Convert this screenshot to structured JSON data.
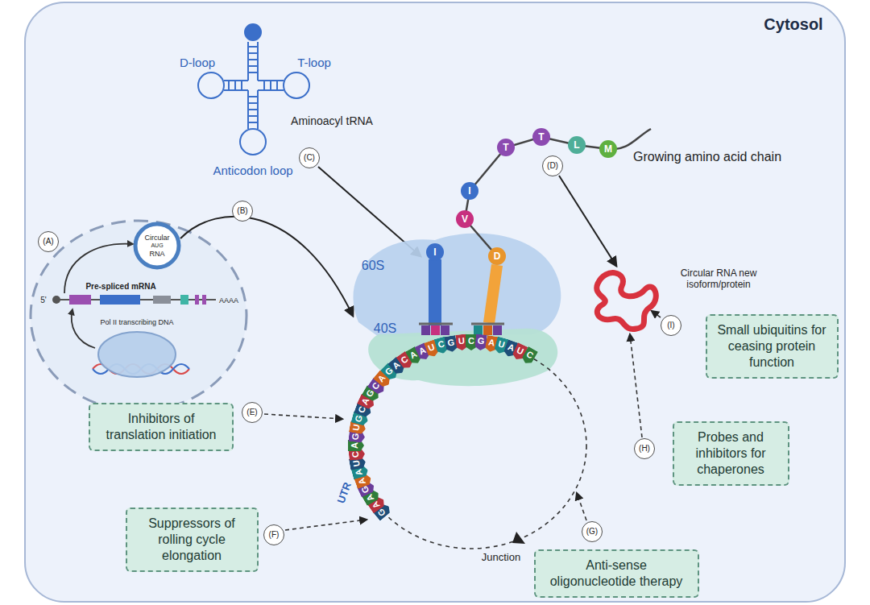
{
  "diagram": {
    "nodes": [
      {
        "text": [
          "Cytosol"
        ]
      },
      {
        "text": [
          "Small ubiquitins for ceasing protein function"
        ],
        "in": 0
      },
      {
        "text": [
          "Inhibitors of translation initiation"
        ],
        "in": 0
      },
      {
        "text": [
          "Probes and inhibitors for chaperones"
        ],
        "in": 0
      },
      {
        "text": [
          "Suppressors of rolling cycle elongation"
        ],
        "in": 0
      },
      {
        "text": [
          "Anti-sense oligonucleotide therapy"
        ],
        "in": 0
      }
    ],
    "labels": [
      "D-loop",
      "T-loop",
      "Aminoacyl tRNA",
      "Anticodon loop",
      "(C)",
      "M",
      "L",
      "T",
      "T",
      "I",
      "V",
      "D",
      "I",
      "Growing amino acid chain",
      "(D)",
      "(A)",
      "(B)",
      "Circular",
      "AUG",
      "RNA",
      "Pre-spliced mRNA",
      "5'",
      "AAAA",
      "Pol II transcribing DNA",
      "60S",
      "40S",
      "Circular RNA new isoform/protein",
      "(I)",
      "(H)",
      "(E)",
      "UTR",
      "(F)",
      "Junction",
      "(G)",
      "G",
      "A",
      "A",
      "G",
      "A",
      "A",
      "U",
      "C",
      "A",
      "G",
      "U",
      "G",
      "C",
      "A",
      "G",
      "C",
      "A",
      "G",
      "A",
      "C",
      "A",
      "A",
      "U",
      "C",
      "G",
      "U",
      "C",
      "G",
      "A",
      "U",
      "A",
      "U",
      "C"
    ]
  }
}
